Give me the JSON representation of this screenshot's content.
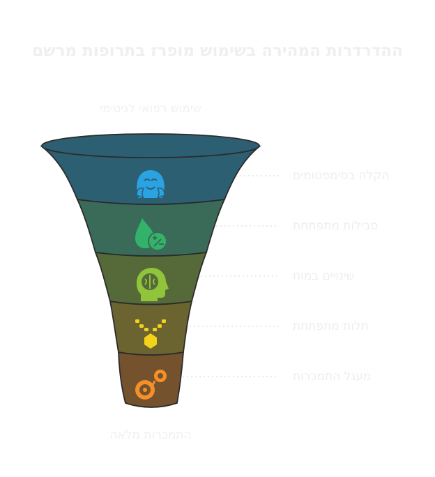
{
  "title": "ההדרדרות המהירה בשימוש מופרז בתרופות מרשם",
  "top_label": "שימוש רפואי לגיטימי",
  "bottom_label": "התמכרות מלאה",
  "stages": [
    {
      "label": "הקלה בסימפטומים",
      "icon": "relief-face-icon",
      "color": "#2d5f73",
      "icon_color": "#2aa3e3"
    },
    {
      "label": "סבילות מתפתחת",
      "icon": "drop-percent-icon",
      "color": "#3a6b58",
      "icon_color": "#33b36a"
    },
    {
      "label": "שינויים במוח",
      "icon": "brain-head-icon",
      "color": "#556a38",
      "icon_color": "#8fc43b"
    },
    {
      "label": "תלות מתפתחת",
      "icon": "chain-necklace-icon",
      "color": "#6b6430",
      "icon_color": "#f2d21b"
    },
    {
      "label": "מעגל התמכרות",
      "icon": "pills-cycle-icon",
      "color": "#73522d",
      "icon_color": "#f58f29"
    }
  ]
}
